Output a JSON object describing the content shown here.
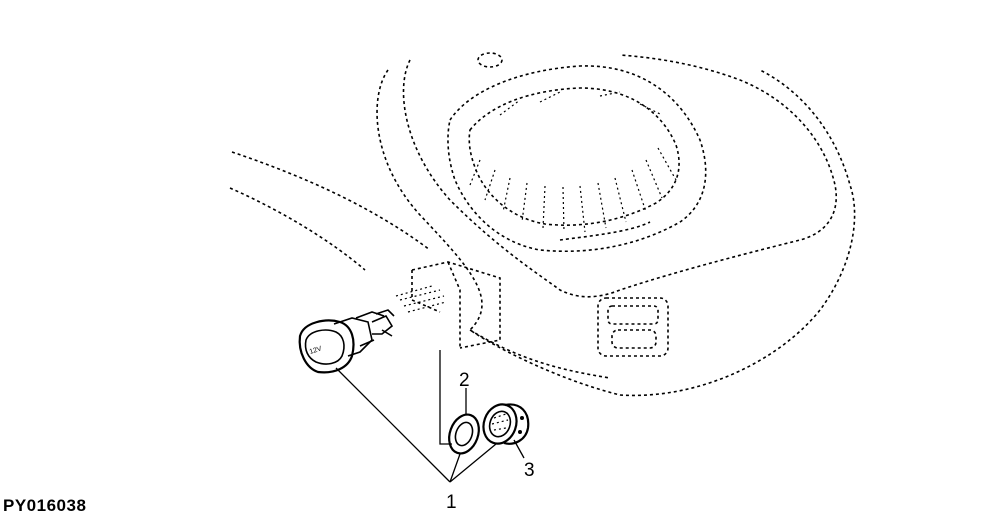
{
  "figure_id": "PY016038",
  "callouts": {
    "c1": "1",
    "c2": "2",
    "c3": "3"
  },
  "parts": {
    "socket_mark": "12V"
  }
}
